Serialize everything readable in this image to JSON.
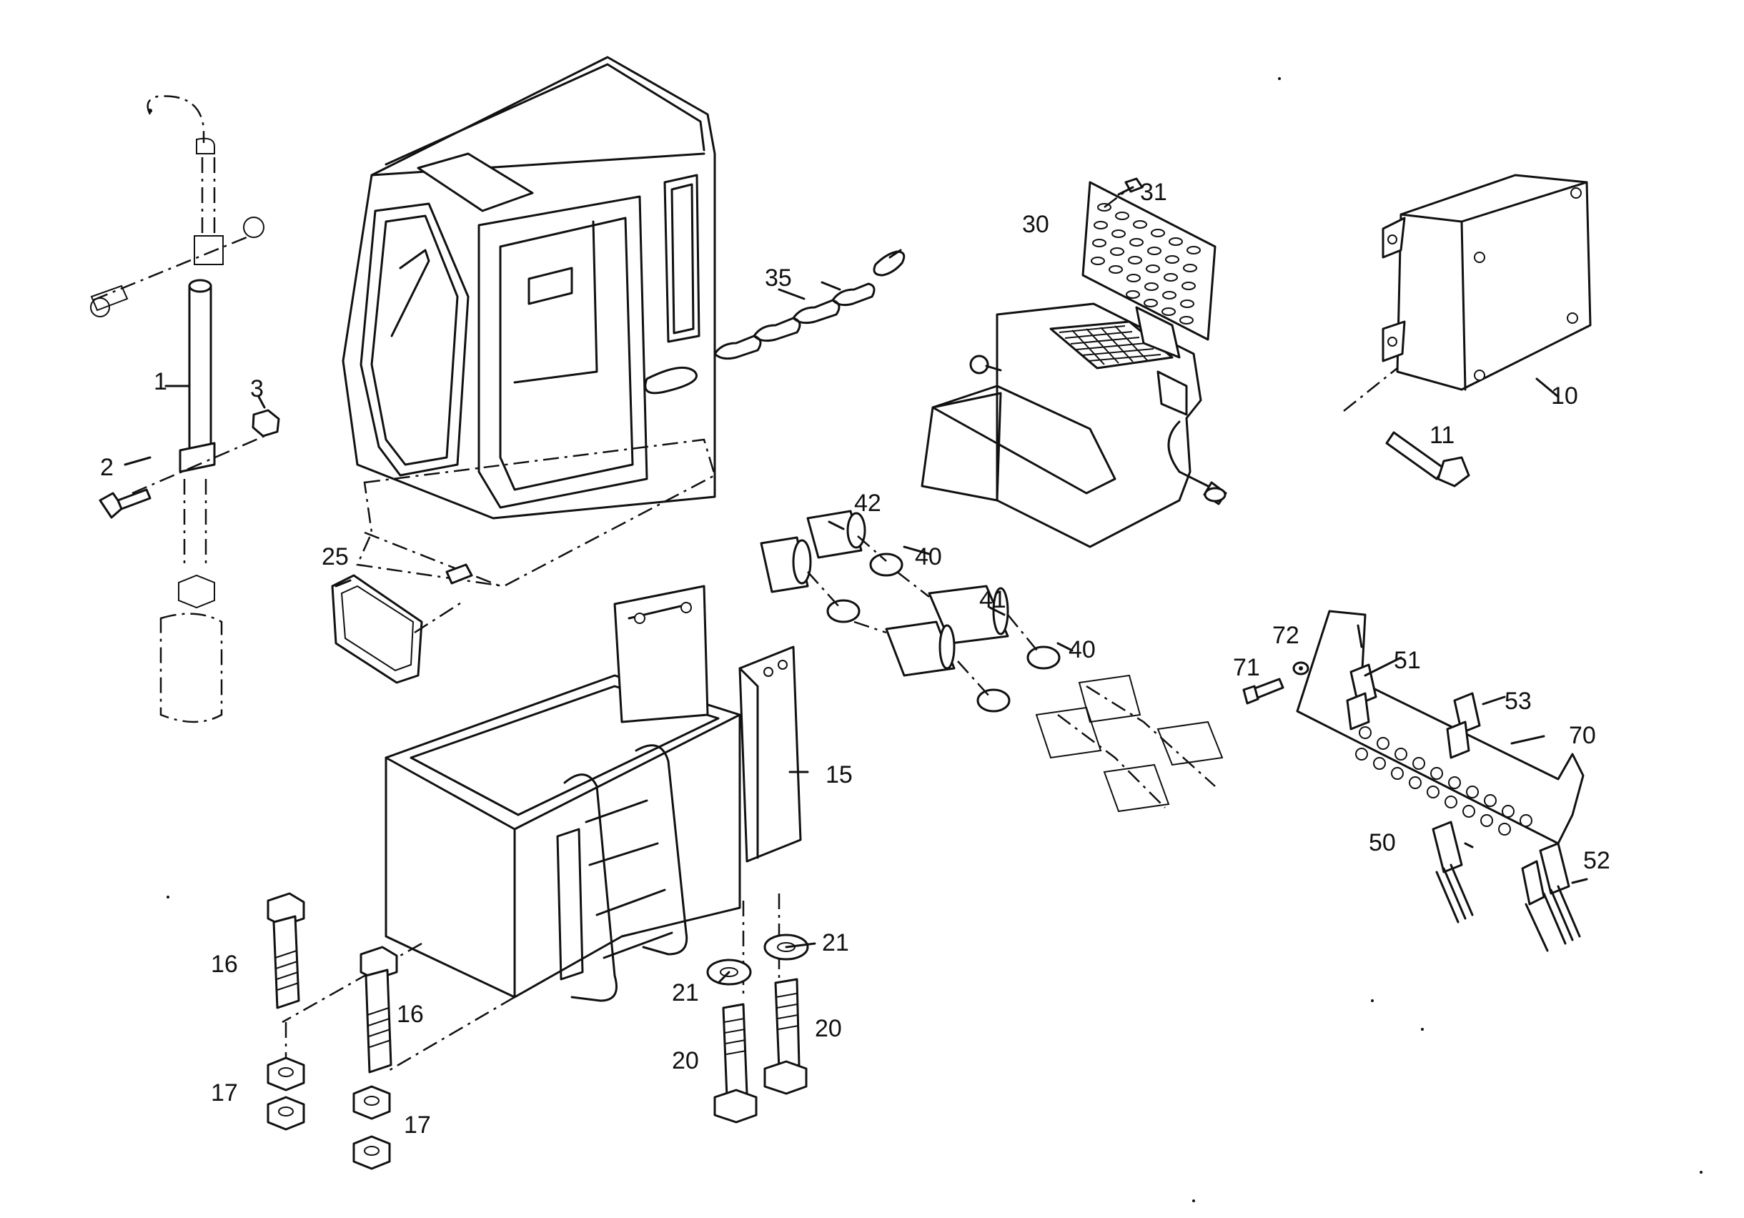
{
  "diagram": {
    "callouts": [
      {
        "id": "c1",
        "text": "1"
      },
      {
        "id": "c2",
        "text": "2"
      },
      {
        "id": "c3",
        "text": "3"
      },
      {
        "id": "c10",
        "text": "10"
      },
      {
        "id": "c11",
        "text": "11"
      },
      {
        "id": "c15",
        "text": "15"
      },
      {
        "id": "c16a",
        "text": "16"
      },
      {
        "id": "c16b",
        "text": "16"
      },
      {
        "id": "c17a",
        "text": "17"
      },
      {
        "id": "c17b",
        "text": "17"
      },
      {
        "id": "c20a",
        "text": "20"
      },
      {
        "id": "c20b",
        "text": "20"
      },
      {
        "id": "c21a",
        "text": "21"
      },
      {
        "id": "c21b",
        "text": "21"
      },
      {
        "id": "c25",
        "text": "25"
      },
      {
        "id": "c30",
        "text": "30"
      },
      {
        "id": "c31",
        "text": "31"
      },
      {
        "id": "c35",
        "text": "35"
      },
      {
        "id": "c40a",
        "text": "40"
      },
      {
        "id": "c40b",
        "text": "40"
      },
      {
        "id": "c41",
        "text": "41"
      },
      {
        "id": "c42",
        "text": "42"
      },
      {
        "id": "c50",
        "text": "50"
      },
      {
        "id": "c51",
        "text": "51"
      },
      {
        "id": "c52",
        "text": "52"
      },
      {
        "id": "c53",
        "text": "53"
      },
      {
        "id": "c70",
        "text": "70"
      },
      {
        "id": "c71",
        "text": "71"
      },
      {
        "id": "c72",
        "text": "72"
      }
    ]
  }
}
